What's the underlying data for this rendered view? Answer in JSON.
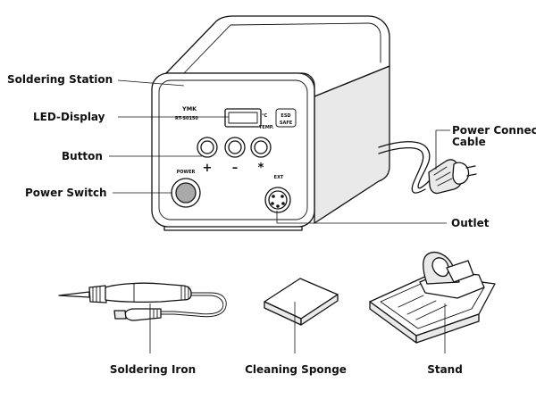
{
  "callouts": {
    "soldering_station": "Soldering Station",
    "led_display": "LED-Display",
    "button": "Button",
    "power_switch": "Power Switch",
    "power_connection_cable_line1": "Power Connection",
    "power_connection_cable_line2": "Cable",
    "outlet": "Outlet",
    "soldering_iron": "Soldering Iron",
    "cleaning_sponge": "Cleaning Sponge",
    "stand": "Stand"
  },
  "device": {
    "brand": "YMK",
    "model": "RT-S0150",
    "unit": "°C",
    "temp_label": "TEMP.",
    "esd_line1": "ESD",
    "esd_line2": "SAFE",
    "button_plus": "+",
    "button_minus": "–",
    "button_star": "*",
    "power_label": "POWER",
    "ext_label": "EXT"
  }
}
